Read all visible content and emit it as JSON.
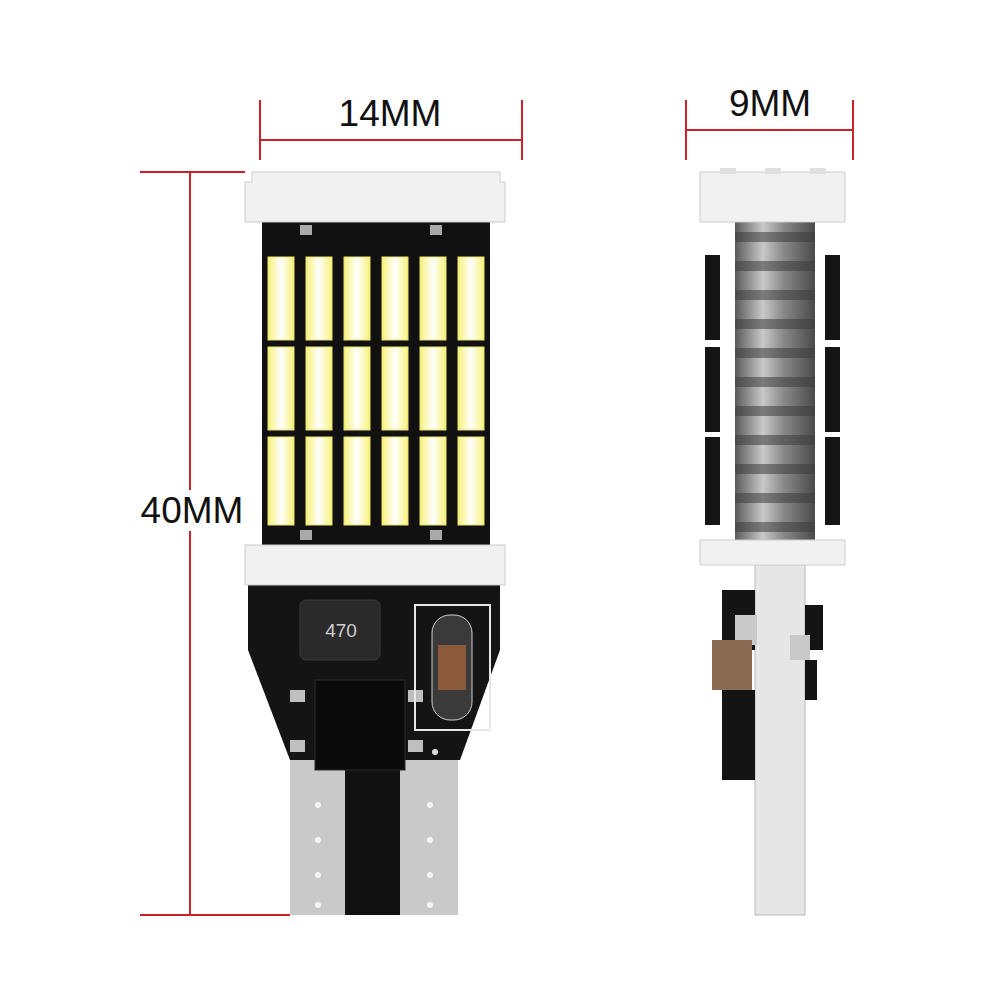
{
  "diagram": {
    "labels": [
      "14MM",
      "9MM",
      "40MM",
      "470"
    ]
  }
}
